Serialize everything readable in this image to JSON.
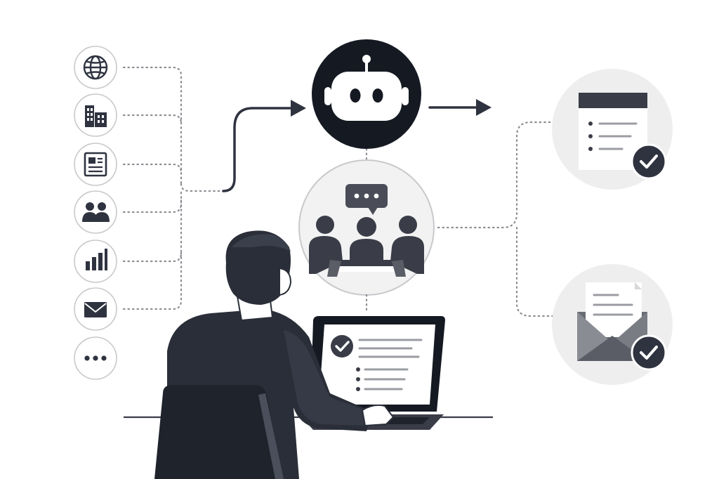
{
  "colors": {
    "background": "#ffffff",
    "dark": "#2f3340",
    "black": "#151922",
    "mid_gray": "#8c8e94",
    "light_gray": "#e6e6e8",
    "circle_fill": "#eeeeef",
    "circle_stroke": "#c8c9cc",
    "connector": "#8c8e94"
  },
  "diagram": {
    "input_sources": [
      {
        "id": "web",
        "icon": "globe-icon"
      },
      {
        "id": "company",
        "icon": "buildings-icon"
      },
      {
        "id": "news",
        "icon": "document-icon"
      },
      {
        "id": "people",
        "icon": "users-icon"
      },
      {
        "id": "analytics",
        "icon": "bar-chart-icon"
      },
      {
        "id": "email",
        "icon": "mail-icon"
      },
      {
        "id": "more",
        "icon": "more-icon"
      }
    ],
    "processor": {
      "icon": "robot-icon"
    },
    "meeting": {
      "icons": [
        "chat-bubble-icon",
        "meeting-people-icon"
      ]
    },
    "outputs": [
      {
        "id": "report",
        "icon": "report-document-icon",
        "status_icon": "check-icon"
      },
      {
        "id": "email",
        "icon": "open-envelope-icon",
        "status_icon": "check-icon"
      }
    ],
    "user": {
      "icons": [
        "person-at-laptop-icon",
        "laptop-icon",
        "chair-icon"
      ]
    }
  }
}
